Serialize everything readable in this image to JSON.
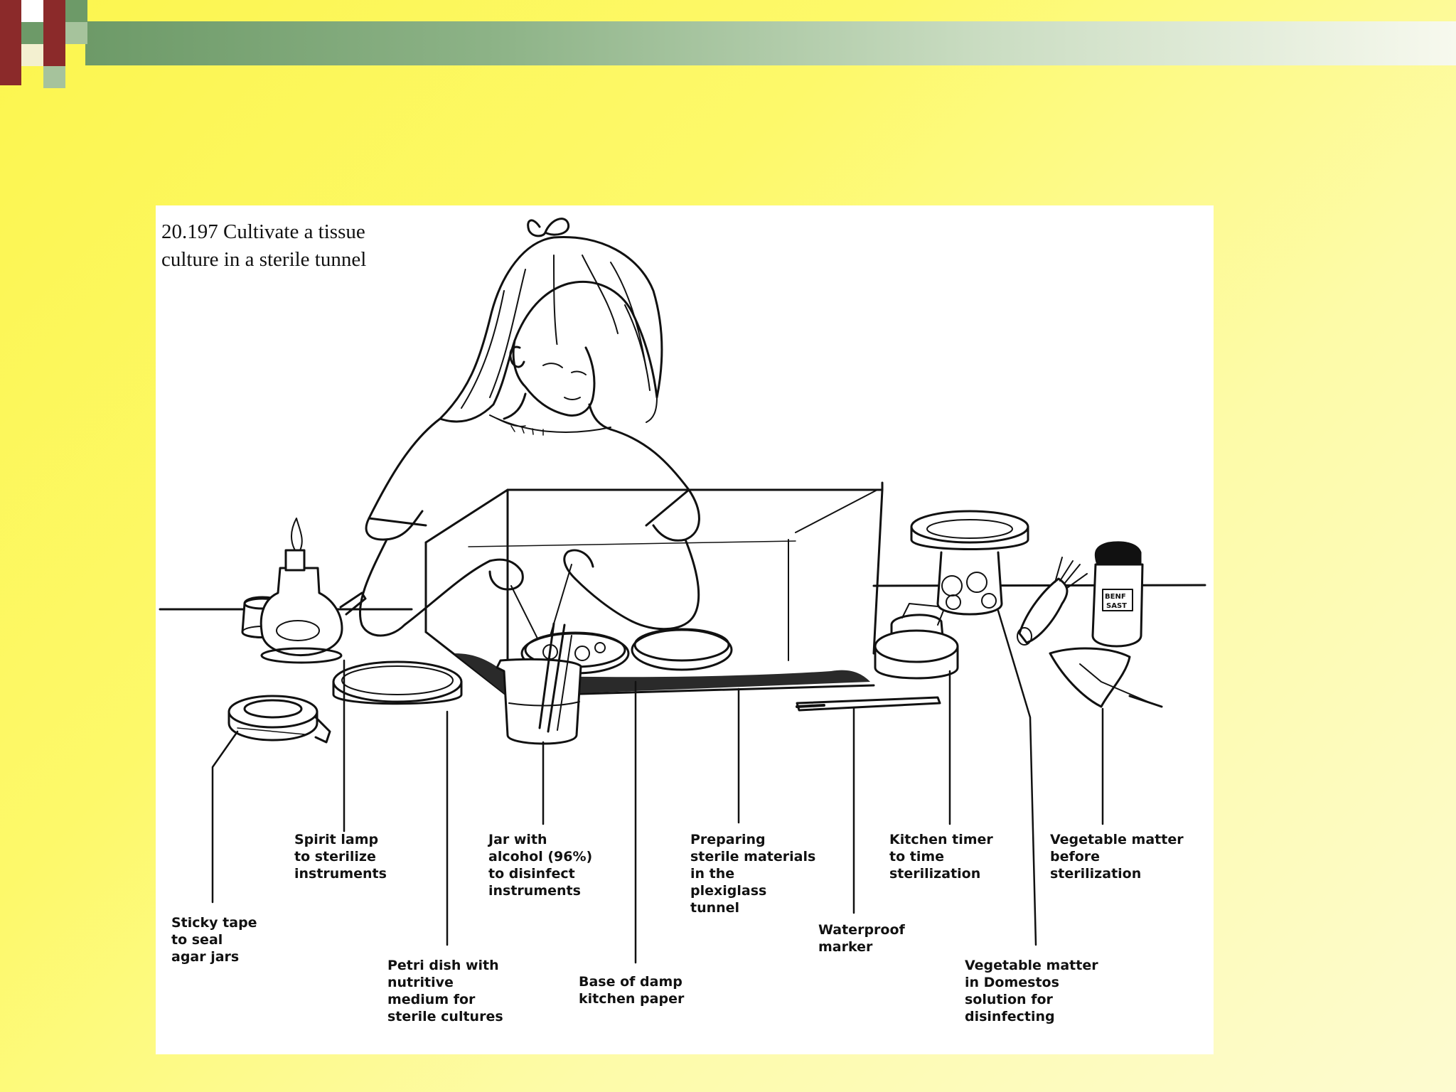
{
  "title": "20.197 Cultivate a tissue\nculture in a sterile tunnel",
  "colors": {
    "background": "#fcf54e",
    "bar_green": "#6d9a68",
    "accent_red": "#8b2a2a",
    "panel": "#ffffff",
    "ink": "#111111"
  },
  "labels": {
    "sticky_tape": "Sticky tape\nto seal\nagar jars",
    "spirit_lamp": "Spirit lamp\nto sterilize\ninstruments",
    "petri_dish": "Petri dish with\nnutritive\nmedium for\nsterile cultures",
    "jar_alcohol": "Jar with\nalcohol (96%)\nto disinfect\ninstruments",
    "base_paper": "Base of damp\nkitchen paper",
    "preparing": "Preparing\nsterile materials\nin the\nplexiglass\ntunnel",
    "marker": "Waterproof\nmarker",
    "timer": "Kitchen timer\nto time\nsterilization",
    "veg_domestos": "Vegetable matter\nin Domestos\nsolution for\ndisinfecting",
    "veg_before": "Vegetable matter\nbefore\nsterilization"
  },
  "jar_label": "BENF\nSAST"
}
